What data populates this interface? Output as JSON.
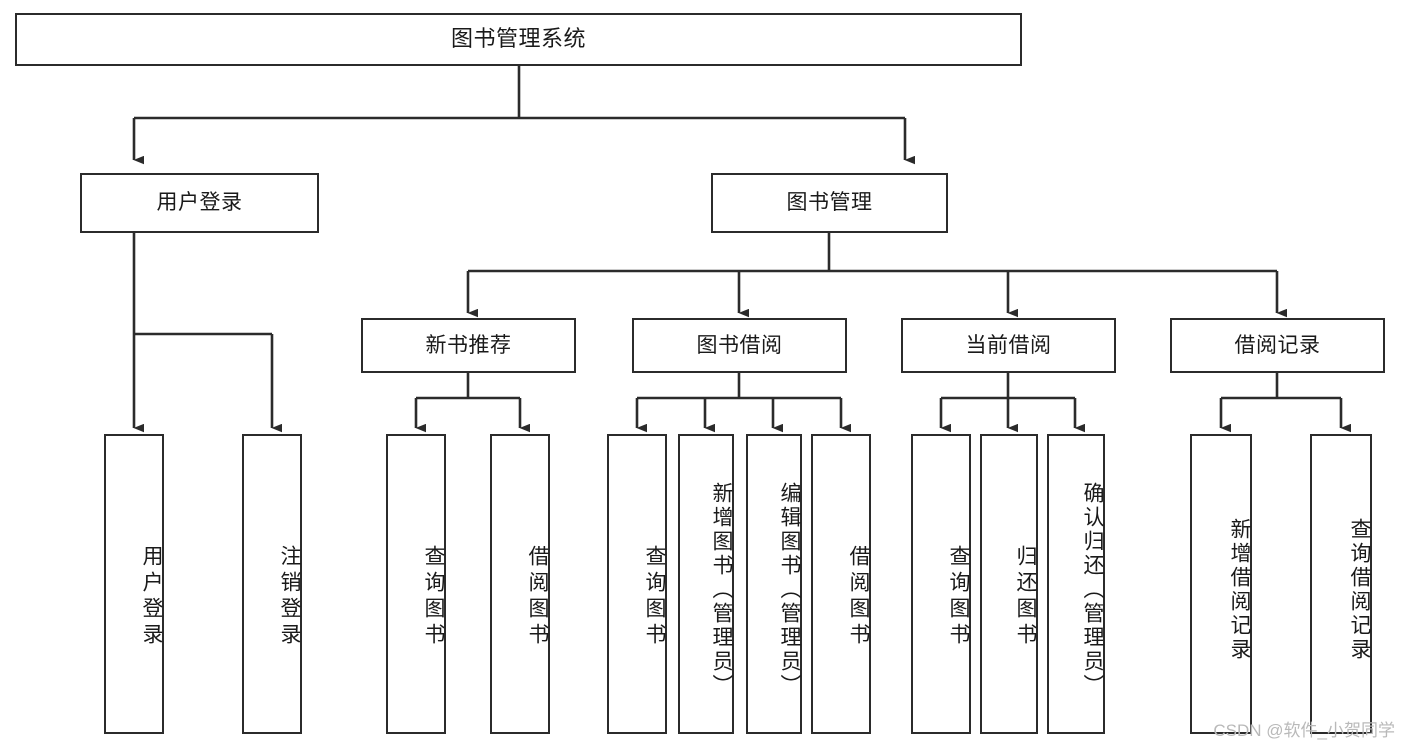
{
  "diagram": {
    "title": "图书管理系统",
    "type": "tree-hierarchy-diagram",
    "watermark": "CSDN @软件_小贺同学",
    "colors": {
      "node_border": "#2b2b2b",
      "node_fill": "#ffffff",
      "edge": "#2b2b2b",
      "text": "#1a1a1a",
      "watermark": "#b9b9b9"
    },
    "levels": {
      "root": {
        "label": "图书管理系统"
      },
      "level2": [
        {
          "label": "用户登录"
        },
        {
          "label": "图书管理"
        }
      ],
      "level3": [
        {
          "label": "新书推荐"
        },
        {
          "label": "图书借阅"
        },
        {
          "label": "当前借阅"
        },
        {
          "label": "借阅记录"
        }
      ],
      "leaves": {
        "user_login": [
          {
            "label": "用户登录"
          },
          {
            "label": "注销登录"
          }
        ],
        "new_book_recommend": [
          {
            "label": "查询图书"
          },
          {
            "label": "借阅图书"
          }
        ],
        "book_borrow": [
          {
            "label": "查询图书"
          },
          {
            "label": "新增图书（管理员）"
          },
          {
            "label": "编辑图书（管理员）"
          },
          {
            "label": "借阅图书"
          }
        ],
        "current_borrow": [
          {
            "label": "查询图书"
          },
          {
            "label": "归还图书"
          },
          {
            "label": "确认归还（管理员）"
          }
        ],
        "borrow_record": [
          {
            "label": "新增借阅记录"
          },
          {
            "label": "查询借阅记录"
          }
        ]
      }
    }
  }
}
